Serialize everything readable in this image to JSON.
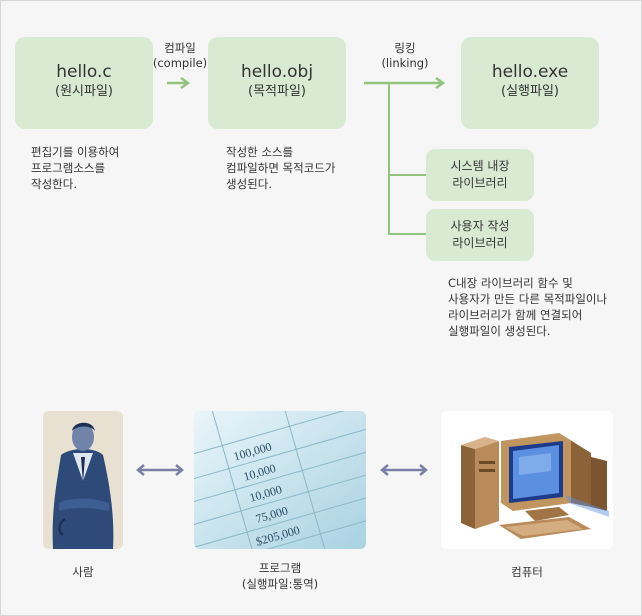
{
  "compile_flow": {
    "source": {
      "name": "hello.c",
      "type": "(원시파일)",
      "desc": [
        "편집기를 이용하여",
        "프로그램소스를",
        "작성한다."
      ]
    },
    "compile_label": {
      "ko": "컴파일",
      "en": "(compile)"
    },
    "object": {
      "name": "hello.obj",
      "type": "(목적파일)",
      "desc": [
        "작성한 소스를",
        "컴파일하면 목적코드가",
        "생성된다."
      ]
    },
    "link_label": {
      "ko": "링킹",
      "en": "(linking)"
    },
    "exe": {
      "name": "hello.exe",
      "type": "(실행파일)"
    },
    "libraries": [
      {
        "line1": "시스템 내장",
        "line2": "라이브러리"
      },
      {
        "line1": "사용자 작성",
        "line2": "라이브러리"
      }
    ],
    "link_desc": [
      "C내장 라이브러리 함수 및",
      "사용자가 만든 다른 목적파일이나",
      "라이브러리가 함께 연결되어",
      "실행파일이 생성된다."
    ]
  },
  "interaction": {
    "person_caption": "사람",
    "program_caption_line1": "프로그램",
    "program_caption_line2": "(실행파일:통역)",
    "computer_caption": "컴퓨터",
    "spreadsheet_values": [
      "100,000",
      "10,000",
      "10,000",
      "75,000",
      "$205,000"
    ]
  },
  "colors": {
    "box_fill": "#d9ead3",
    "flow_line": "#93c47d",
    "double_arrow": "#7a7fa6"
  }
}
